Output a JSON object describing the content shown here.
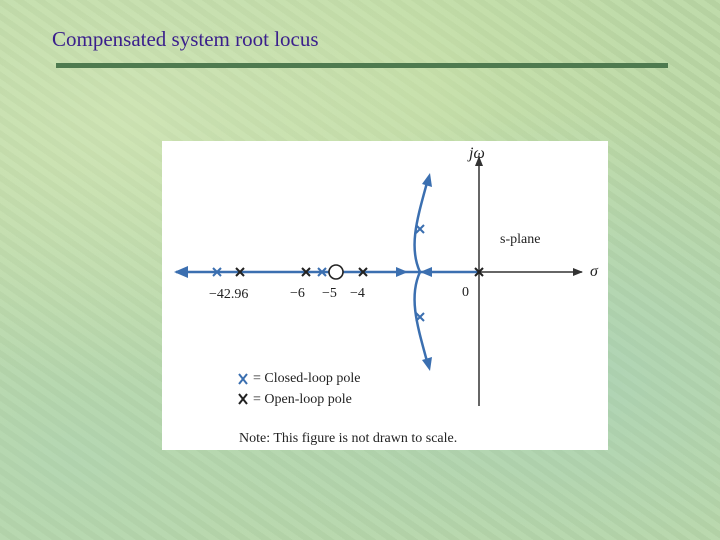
{
  "slide": {
    "title": "Compensated system root locus"
  },
  "figure": {
    "vertical_axis_label": "jω",
    "horizontal_axis_label": "σ",
    "plane_label": "s-plane",
    "tick_labels": [
      "−42.96",
      "−6",
      "−5",
      "−4",
      "0"
    ],
    "legend": {
      "closed_loop": "= Closed-loop pole",
      "open_loop": "= Open-loop pole"
    },
    "note": "Note: This figure is not drawn to scale.",
    "colors": {
      "axis": "#333333",
      "locus": "#3b6fb0",
      "closed_loop_marker": "#3b6fb0",
      "open_loop_marker": "#222222",
      "text": "#222222"
    }
  }
}
